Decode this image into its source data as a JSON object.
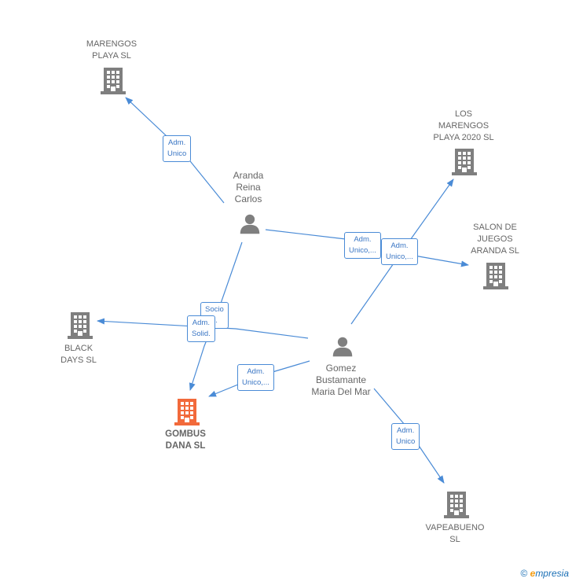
{
  "colors": {
    "edge": "#4a8bd6",
    "company": "#7f7f7f",
    "company_focus": "#f26a3b",
    "person": "#7f7f7f"
  },
  "nodes": {
    "marengos": {
      "label": "MARENGOS\nPLAYA  SL",
      "icon": "building-icon"
    },
    "losmarengos": {
      "label": "LOS\nMARENGOS\nPLAYA 2020  SL",
      "icon": "building-icon"
    },
    "salon": {
      "label": "SALON DE\nJUEGOS\nARANDA  SL",
      "icon": "building-icon"
    },
    "black": {
      "label": "BLACK\nDAYS  SL",
      "icon": "building-icon"
    },
    "gombus": {
      "label": "GOMBUS\nDANA  SL",
      "icon": "building-icon"
    },
    "vapea": {
      "label": "VAPEABUENO\nSL",
      "icon": "building-icon"
    },
    "aranda": {
      "label": "Aranda\nReina\nCarlos",
      "icon": "person-icon"
    },
    "gomez": {
      "label": "Gomez\nBustamante\nMaria Del Mar",
      "icon": "person-icon"
    }
  },
  "edges": {
    "e1": "Adm.\nUnico",
    "e2": "Adm.\nUnico,...",
    "e3": "Adm.\nUnico,...",
    "e4": "Socio\n...",
    "e5": "Adm.\nSolid.",
    "e6": "Adm.\nUnico,...",
    "e7": "Adm.\nUnico"
  },
  "footer": {
    "copyright": "©",
    "brand_initial": "e",
    "brand_rest": "mpresia"
  }
}
